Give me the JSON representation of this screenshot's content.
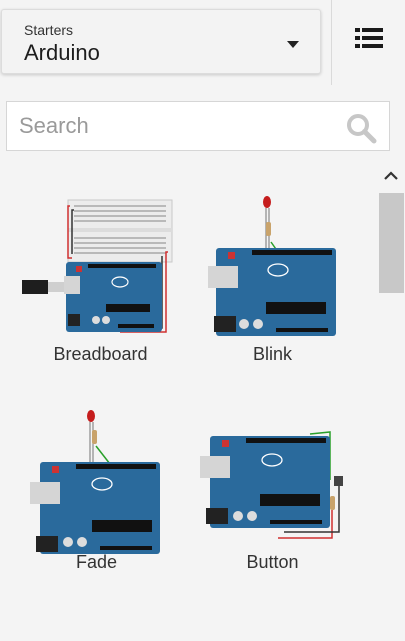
{
  "header": {
    "caption": "Starters",
    "selected": "Arduino",
    "dropdown_icon": "caret-down-icon",
    "view_icon": "list-view-icon"
  },
  "search": {
    "placeholder": "Search",
    "value": "",
    "icon": "search-icon"
  },
  "starters": [
    {
      "label": "Breadboard",
      "image": "arduino-uno-with-breadboard"
    },
    {
      "label": "Blink",
      "image": "arduino-uno-with-led"
    },
    {
      "label": "Fade",
      "image": "arduino-uno-with-led-and-resistor"
    },
    {
      "label": "Button",
      "image": "arduino-uno-with-pushbutton"
    }
  ],
  "colors": {
    "board": "#2a6a9c",
    "board_dark": "#1f5781",
    "wire_red": "#d03030",
    "wire_green": "#2aa02a",
    "led": "#c51d1d",
    "scroll_thumb": "#c8c8c8"
  }
}
